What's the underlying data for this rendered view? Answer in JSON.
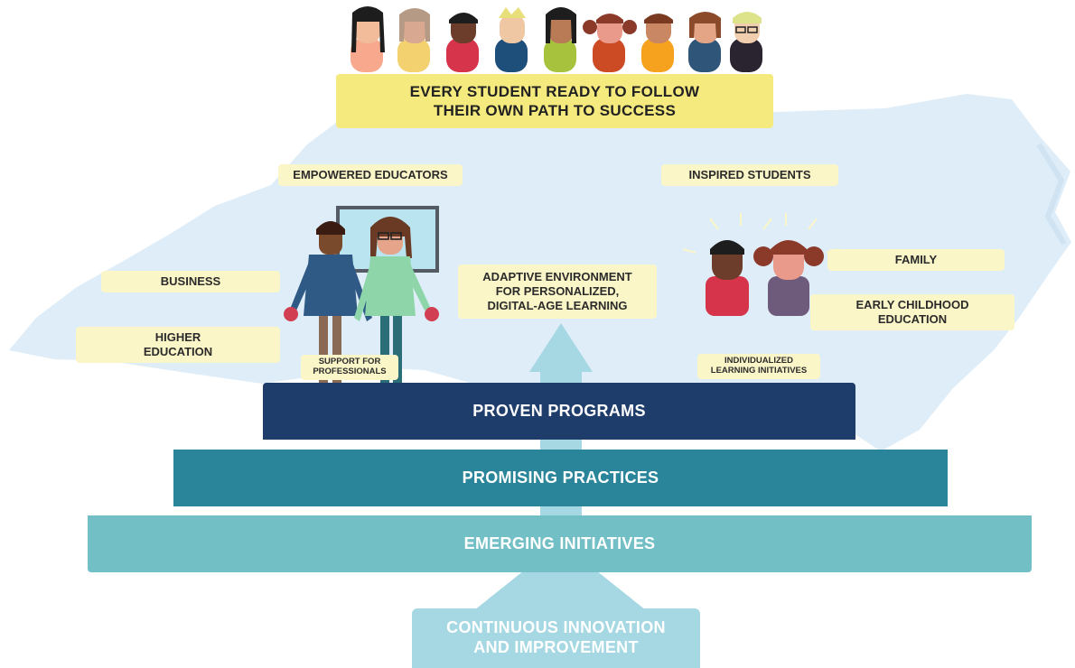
{
  "goal": {
    "line1": "EVERY STUDENT READY TO FOLLOW",
    "line2": "THEIR OWN PATH TO SUCCESS"
  },
  "labels": {
    "empowered_educators": "EMPOWERED EDUCATORS",
    "inspired_students": "INSPIRED STUDENTS",
    "business": "BUSINESS",
    "higher_education_1": "HIGHER",
    "higher_education_2": "EDUCATION",
    "support_1": "SUPPORT FOR",
    "support_2": "PROFESSIONALS",
    "adaptive_1": "ADAPTIVE ENVIRONMENT",
    "adaptive_2": "FOR PERSONALIZED,",
    "adaptive_3": "DIGITAL-AGE LEARNING",
    "family": "FAMILY",
    "early_1": "EARLY CHILDHOOD",
    "early_2": "EDUCATION",
    "individualized_1": "INDIVIDUALIZED",
    "individualized_2": "LEARNING INITIATIVES"
  },
  "tiers": {
    "proven": "PROVEN PROGRAMS",
    "promising": "PROMISING PRACTICES",
    "emerging": "EMERGING INITIATIVES",
    "continuous_1": "CONTINUOUS INNOVATION",
    "continuous_2": "AND IMPROVEMENT"
  },
  "colors": {
    "map": "#deedf8",
    "goal_banner": "#f5ea7d",
    "label_bg": "#fbf6c8",
    "proven": "#1f3d6b",
    "promising": "#2a859a",
    "emerging": "#72bfc6",
    "continuous": "#a6d8e3",
    "arrow": "#a6d8e3"
  },
  "icons": {
    "students_row": "student-avatars",
    "educators": "teacher-figures-with-screen",
    "students": "two-student-figures",
    "arrow": "up-arrow"
  }
}
